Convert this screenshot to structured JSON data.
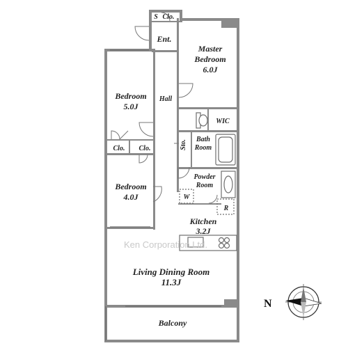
{
  "rooms": {
    "s_clo": "S",
    "clo_top": "Clo.",
    "ent": "Ent.",
    "master_bedroom_line1": "Master",
    "master_bedroom_line2": "Bedroom",
    "master_bedroom_size": "6.0J",
    "hall": "Hall",
    "bedroom1_name": "Bedroom",
    "bedroom1_size": "5.0J",
    "wic": "WIC",
    "clo_left": "Clo.",
    "clo_right": "Clo.",
    "sto": "Sto.",
    "bath_line1": "Bath",
    "bath_line2": "Room",
    "powder_line1": "Powder",
    "powder_line2": "Room",
    "bedroom2_name": "Bedroom",
    "bedroom2_size": "4.0J",
    "w": "W",
    "r": "R",
    "kitchen_name": "Kitchen",
    "kitchen_size": "3.2J",
    "living_line1": "Living Dining Room",
    "living_size": "11.3J",
    "balcony": "Balcony"
  },
  "compass": {
    "north_label": "N"
  },
  "watermark": "Ken Corporation Ltd."
}
